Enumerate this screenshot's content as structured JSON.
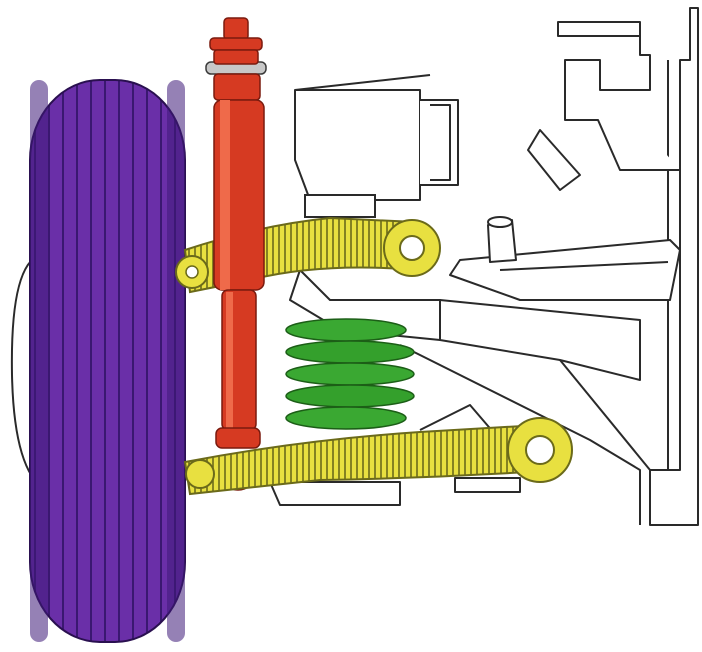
{
  "diagram": {
    "components": [
      {
        "name": "wheel-tire",
        "color": "#6b2ea6"
      },
      {
        "name": "shock-absorber",
        "color": "#d63a22"
      },
      {
        "name": "upper-control-arm",
        "color": "#e6df3a"
      },
      {
        "name": "coil-spring",
        "color": "#2f9b2a"
      },
      {
        "name": "lower-control-arm",
        "color": "#e6df3a"
      },
      {
        "name": "vehicle-frame",
        "color": "#ffffff"
      }
    ],
    "outline_color": "#2a2a2a"
  }
}
